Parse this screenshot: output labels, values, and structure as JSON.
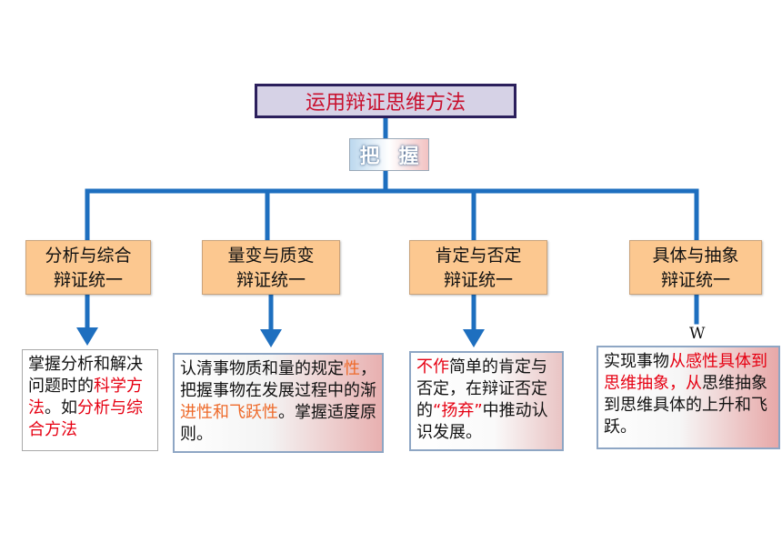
{
  "root": {
    "title": "运用辩证思维方法"
  },
  "grasp": {
    "char1": "把",
    "char2": "握"
  },
  "categories": [
    {
      "line1": "分析与综合",
      "line2": "辩证统一"
    },
    {
      "line1": "量变与质变",
      "line2": "辩证统一"
    },
    {
      "line1": "肯定与否定",
      "line2": "辩证统一"
    },
    {
      "line1": "具体与抽象",
      "line2": "辩证统一"
    }
  ],
  "details": [
    {
      "parts": [
        "掌握分析和解决问题时的",
        "科学方法",
        "。如",
        "分析与综合方法"
      ]
    },
    {
      "parts": [
        "认清事物质和量的规定",
        "性",
        "，把握事物在发展过程中的渐",
        "进性和飞跃性",
        "。掌握适度原则。"
      ]
    },
    {
      "parts": [
        "不作",
        "简单的肯定与否定，在辩证否定的",
        "“扬弃”",
        "中推动认识发展。"
      ]
    },
    {
      "parts": [
        "实现事物",
        "从感性具体到思维抽象，从",
        "思维抽象到思维具体的上升和飞跃。"
      ]
    }
  ],
  "annotation": {
    "w_mark": "W"
  },
  "colors": {
    "connector": "#1e6fbf",
    "category_fill": "#fcc890",
    "highlight_red": "#e60012",
    "highlight_orange": "#ee6a2a"
  }
}
